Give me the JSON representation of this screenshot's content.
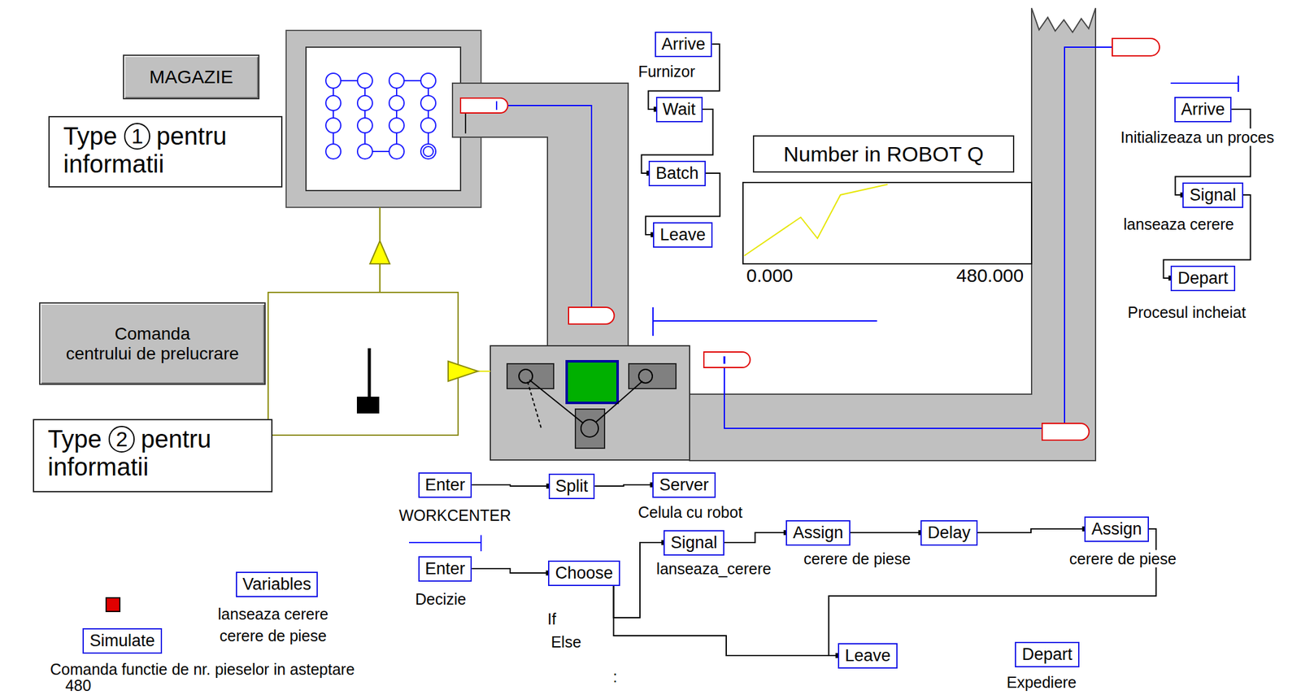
{
  "diagram": {
    "nodes": [
      {
        "text": [
          "MAGAZIE"
        ]
      },
      {
        "text": [
          "Type",
          "1",
          "pentru informatii"
        ]
      },
      {
        "text": [
          "Arrive"
        ]
      },
      {
        "text": [
          "Wait"
        ]
      },
      {
        "text": [
          "Batch"
        ]
      },
      {
        "text": [
          "Leave"
        ]
      },
      {
        "text": [
          "Number in ROBOT Q"
        ]
      },
      {
        "text": [
          "Arrive"
        ]
      },
      {
        "text": [
          "Signal"
        ]
      },
      {
        "text": [
          "Depart"
        ]
      },
      {
        "text": [
          "Comanda",
          "centrului de prelucrare"
        ]
      },
      {
        "text": [
          "Type",
          "2",
          "pentru informatii"
        ]
      },
      {
        "text": [
          "Enter"
        ]
      },
      {
        "text": [
          "Split"
        ]
      },
      {
        "text": [
          "Server"
        ]
      },
      {
        "text": [
          "Signal"
        ]
      },
      {
        "text": [
          "Assign"
        ]
      },
      {
        "text": [
          "Delay"
        ]
      },
      {
        "text": [
          "Assign"
        ]
      },
      {
        "text": [
          "Enter"
        ]
      },
      {
        "text": [
          "Choose"
        ]
      },
      {
        "text": [
          "Variables"
        ]
      },
      {
        "text": [
          "Leave"
        ]
      },
      {
        "text": [
          "Depart"
        ]
      },
      {
        "text": [
          "Simulate"
        ]
      }
    ],
    "edges": [
      {
        "from": 2,
        "to": 3,
        "arrow": "to"
      },
      {
        "from": 3,
        "to": 4,
        "arrow": "to"
      },
      {
        "from": 4,
        "to": 5,
        "arrow": "to"
      },
      {
        "from": 7,
        "to": 8,
        "arrow": "to"
      },
      {
        "from": 8,
        "to": 9,
        "arrow": "to"
      },
      {
        "from": 12,
        "to": 13,
        "arrow": "to"
      },
      {
        "from": 13,
        "to": 14,
        "arrow": "to"
      },
      {
        "from": 19,
        "to": 20,
        "arrow": "to"
      },
      {
        "from": 20,
        "to": 15,
        "arrow": "to"
      },
      {
        "from": 20,
        "to": 22,
        "arrow": "to"
      },
      {
        "from": 15,
        "to": 16,
        "arrow": "to"
      },
      {
        "from": 16,
        "to": 17,
        "arrow": "to"
      },
      {
        "from": 17,
        "to": 18,
        "arrow": "to"
      },
      {
        "from": 18,
        "to": 22,
        "arrow": "to"
      }
    ],
    "labels": [
      "Furnizor",
      "Initializeaza un proces",
      "lanseaza cerere",
      "Procesul incheiat",
      "0.000",
      "480.000",
      "WORKCENTER",
      "Celula cu robot",
      "lanseaza_cerere",
      "cerere de piese",
      "cerere de piese",
      "Decizie",
      "If",
      "Else",
      ":",
      "lanseaza cerere",
      "cerere de piese",
      "Expediere",
      "Comanda functie de nr. pieselor in asteptare",
      "480"
    ]
  }
}
